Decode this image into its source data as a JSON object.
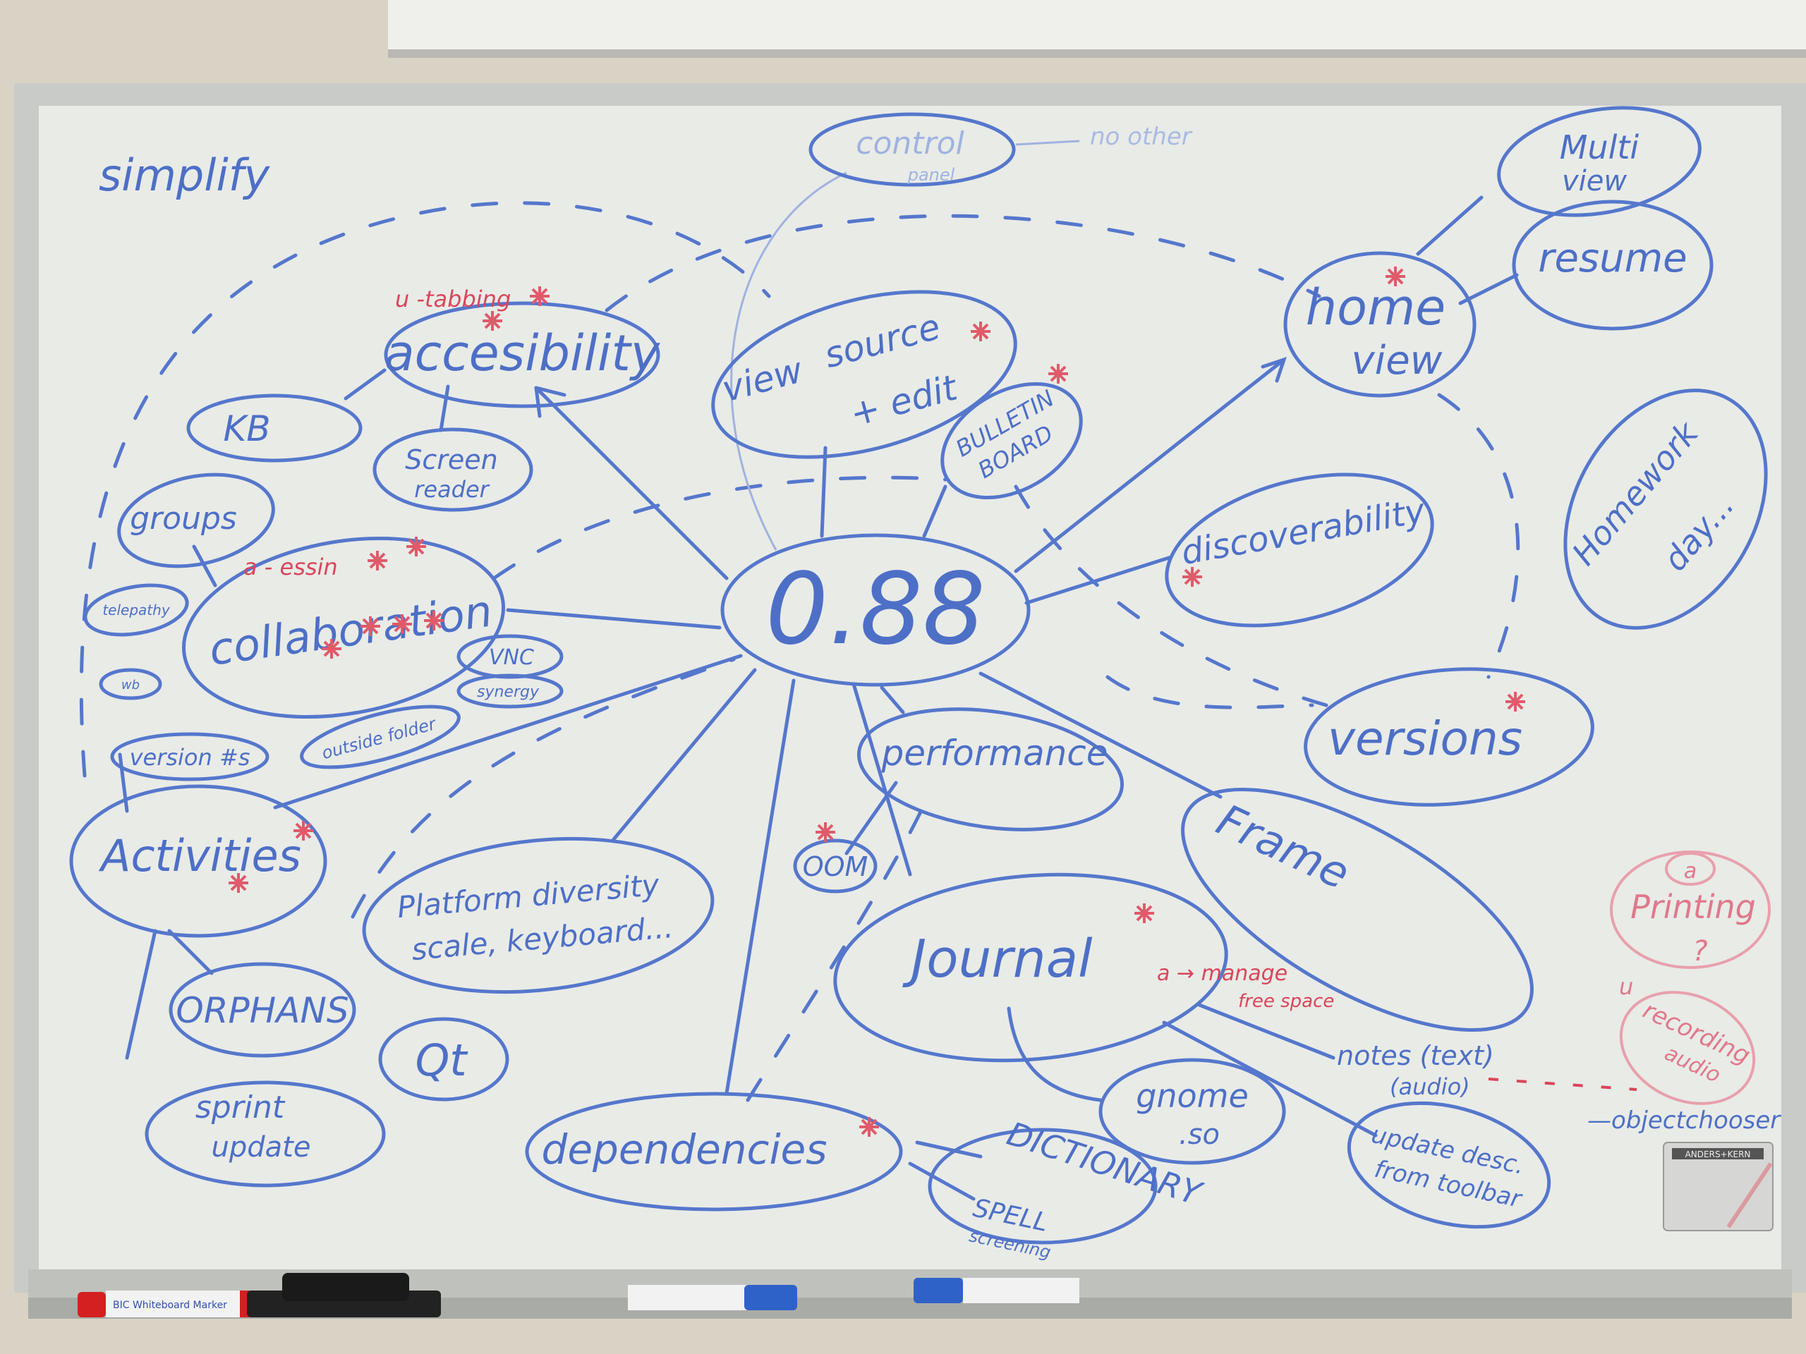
{
  "board": {
    "title": "simplify",
    "center": "0.88",
    "nodes": {
      "control_panel": {
        "line1": "control",
        "line2": "panel",
        "note": "no other"
      },
      "multi_view": {
        "line1": "Multi",
        "line2": "view"
      },
      "resume": "resume",
      "home_view": {
        "line1": "home",
        "line2": "view"
      },
      "accessibility": "accesibility",
      "view_source": {
        "line1": "view",
        "line2": "source",
        "line3": "+ edit"
      },
      "kb": "KB",
      "screen_reader": {
        "line1": "Screen",
        "line2": "reader"
      },
      "bulletin_board": {
        "line1": "BULLETIN",
        "line2": "BOARD"
      },
      "groups": "groups",
      "discoverability": "discoverability",
      "homework_day": {
        "line1": "Homework",
        "line2": "day..."
      },
      "collaboration": "collaboration",
      "telepathy": "telepathy",
      "whiteboard": "wb",
      "vnc": "VNC",
      "synergy": "synergy",
      "version_numbers": "version #s",
      "outside_folder": "outside folder",
      "versions": "versions",
      "performance": "performance",
      "activities": "Activities",
      "oom": "OOM",
      "frame": "Frame",
      "platform_diversity": {
        "line1": "Platform diversity",
        "line2": "scale, keyboard..."
      },
      "journal": "Journal",
      "orphans": "ORPHANS",
      "qt": "Qt",
      "sprint_update": {
        "line1": "sprint",
        "line2": "update"
      },
      "gnome_so": {
        "line1": "gnome",
        "line2": ".so"
      },
      "update_desc": {
        "line1": "update desc.",
        "line2": "from toolbar"
      },
      "dependencies": "dependencies",
      "dictionary": "DICTIONARY",
      "spell": {
        "line1": "SPELL",
        "line2": "screening"
      },
      "printing": {
        "prefix": "a",
        "label": "Printing",
        "q": "?"
      },
      "recording_audio": {
        "prefix": "u",
        "line1": "recording",
        "line2": "audio"
      }
    },
    "annotations": {
      "u_tabbing": "u -tabbing",
      "a_essin": "a - essin",
      "manage_free_space": {
        "line1": "a → manage",
        "line2": "free space"
      },
      "notes": {
        "line1": "notes (text)",
        "line2": "(audio)"
      },
      "objectchooser": "—objectchooser"
    }
  },
  "tray": {
    "marker_red": "BIC Whiteboard Marker",
    "sticker": "ANDERS+KERN"
  },
  "colors": {
    "blue_ink": "#4d6fc6",
    "red_ink": "#d9465a",
    "board": "#e9ebe7"
  }
}
